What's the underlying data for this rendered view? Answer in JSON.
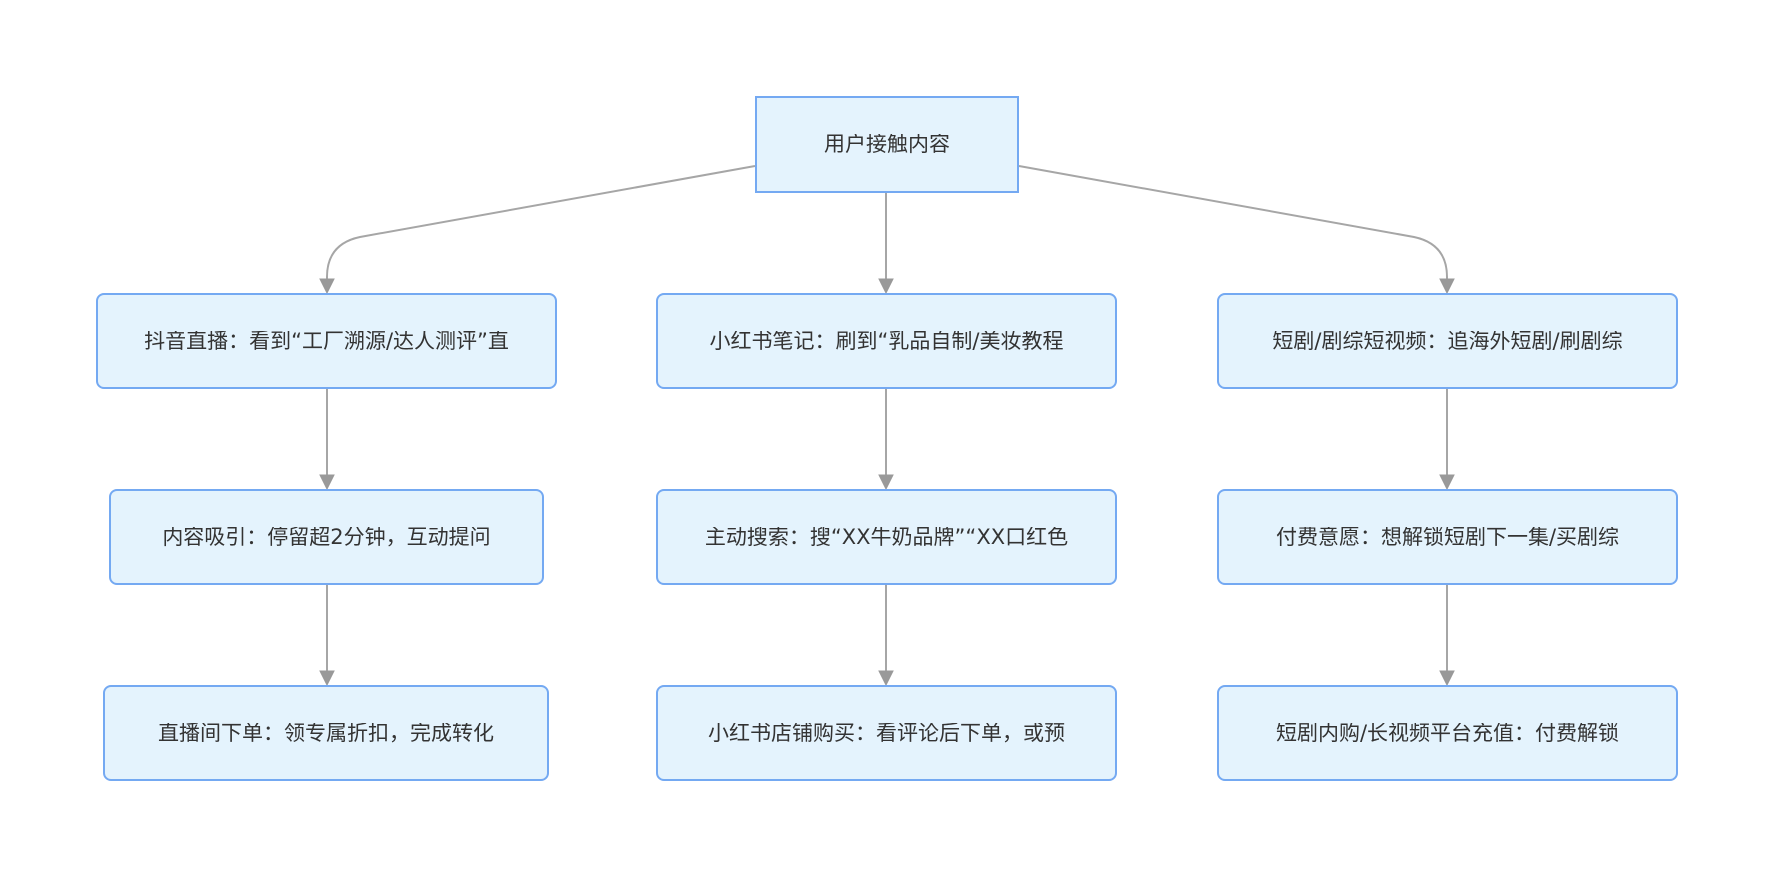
{
  "root": {
    "label": "用户接触内容"
  },
  "branches": [
    {
      "source": "抖音直播：看到“工厂溯源/达人测评”直",
      "step": "内容吸引：停留超2分钟，互动提问",
      "result": "直播间下单：领专属折扣，完成转化"
    },
    {
      "source": "小红书笔记：刷到“乳品自制/美妆教程",
      "step": "主动搜索：搜“XX牛奶品牌”“XX口红色",
      "result": "小红书店铺购买：看评论后下单，或预"
    },
    {
      "source": "短剧/剧综短视频：追海外短剧/刷剧综",
      "step": "付费意愿：想解锁短剧下一集/买剧综",
      "result": "短剧内购/长视频平台充值：付费解锁"
    }
  ],
  "colors": {
    "node_fill": "#e4f3fd",
    "node_border": "#74a9f2",
    "edge": "#a6a6a6",
    "text": "#333333"
  }
}
